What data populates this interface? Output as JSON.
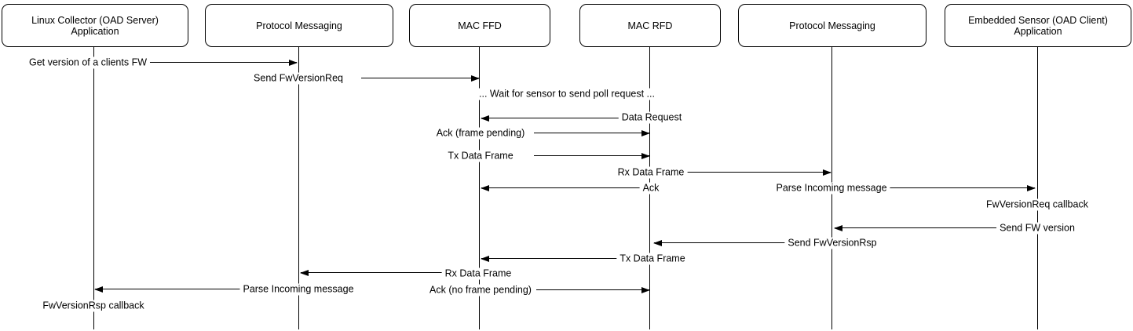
{
  "diagram": {
    "type": "sequence",
    "colors": {
      "line": "#000000",
      "background": "#ffffff",
      "box_fill": "#ffffff"
    },
    "participants": [
      {
        "label": "Linux Collector (OAD Server) Application"
      },
      {
        "label": "Protocol Messaging"
      },
      {
        "label": "MAC FFD"
      },
      {
        "label": "MAC RFD"
      },
      {
        "label": "Protocol Messaging"
      },
      {
        "label": "Embedded Sensor (OAD Client) Application"
      }
    ],
    "note": "... Wait for sensor to send poll request ...",
    "messages": [
      {
        "label": "Get version of a clients FW",
        "from": 0,
        "to": 1
      },
      {
        "label": "Send FwVersionReq",
        "from": 1,
        "to": 2
      },
      {
        "label": "Data Request",
        "from": 3,
        "to": 2
      },
      {
        "label": "Ack (frame pending)",
        "from": 2,
        "to": 3
      },
      {
        "label": "Tx Data Frame",
        "from": 2,
        "to": 3
      },
      {
        "label": "Rx Data Frame",
        "from": 3,
        "to": 4
      },
      {
        "label": "Ack",
        "from": 3,
        "to": 2
      },
      {
        "label": "Parse Incoming message",
        "from": 4,
        "to": 5
      },
      {
        "label": "FwVersionReq callback",
        "from": 5,
        "to": 5
      },
      {
        "label": "Send FW version",
        "from": 5,
        "to": 4
      },
      {
        "label": "Send FwVersionRsp",
        "from": 4,
        "to": 3
      },
      {
        "label": "Tx Data Frame",
        "from": 3,
        "to": 2
      },
      {
        "label": "Rx Data Frame",
        "from": 2,
        "to": 1
      },
      {
        "label": "Parse Incoming message",
        "from": 1,
        "to": 0
      },
      {
        "label": "Ack (no frame pending)",
        "from": 2,
        "to": 3
      },
      {
        "label": "FwVersionRsp callback",
        "from": 0,
        "to": 0
      }
    ]
  }
}
